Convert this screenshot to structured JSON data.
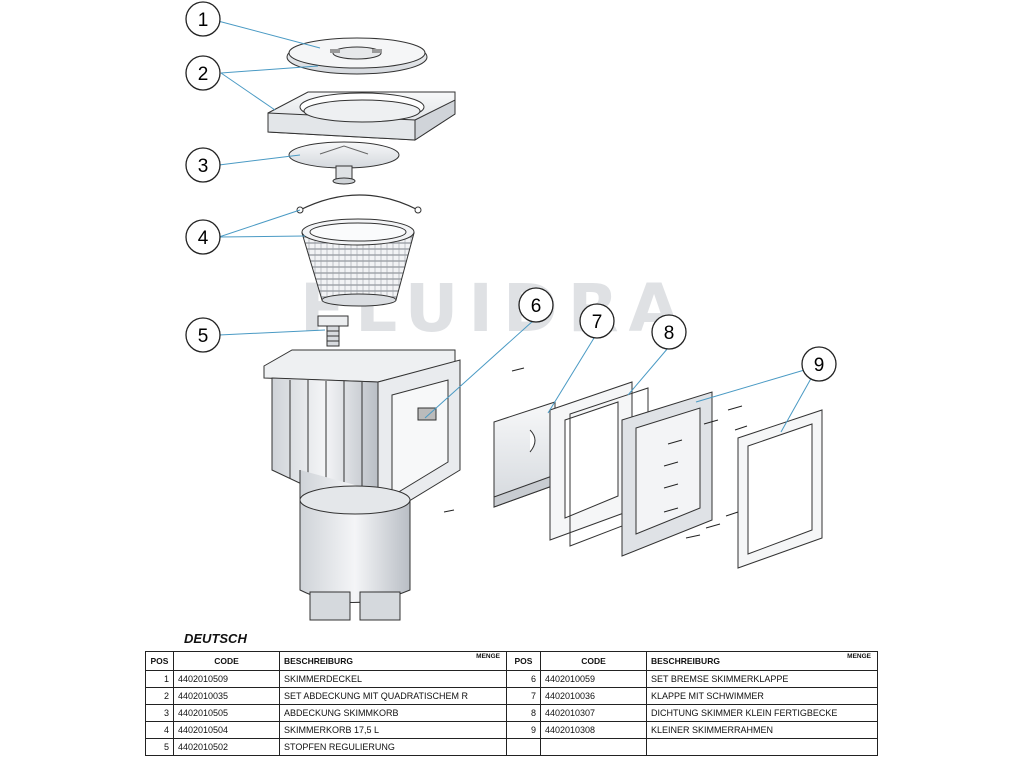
{
  "diagram": {
    "brand_watermark": "FLUIDRA",
    "callouts": [
      "1",
      "2",
      "3",
      "4",
      "5",
      "6",
      "7",
      "8",
      "9"
    ]
  },
  "table": {
    "language_label": "DEUTSCH",
    "headers": {
      "pos": "POS",
      "code": "CODE",
      "desc": "BESCHREIBURG",
      "qty": "MENGE"
    },
    "left_rows": [
      {
        "pos": "1",
        "code": "4402010509",
        "desc": "SKIMMERDECKEL"
      },
      {
        "pos": "2",
        "code": "4402010035",
        "desc": "SET ABDECKUNG MIT QUADRATISCHEM R"
      },
      {
        "pos": "3",
        "code": "4402010505",
        "desc": "ABDECKUNG SKIMMKORB"
      },
      {
        "pos": "4",
        "code": "4402010504",
        "desc": "SKIMMERKORB 17,5 L"
      },
      {
        "pos": "5",
        "code": "4402010502",
        "desc": "STOPFEN REGULIERUNG"
      }
    ],
    "right_rows": [
      {
        "pos": "6",
        "code": "4402010059",
        "desc": "SET BREMSE SKIMMERKLAPPE"
      },
      {
        "pos": "7",
        "code": "4402010036",
        "desc": "KLAPPE MIT SCHWIMMER"
      },
      {
        "pos": "8",
        "code": "4402010307",
        "desc": "DICHTUNG SKIMMER KLEIN FERTIGBECKE"
      },
      {
        "pos": "9",
        "code": "4402010308",
        "desc": "KLEINER SKIMMERRAHMEN"
      },
      {
        "pos": "",
        "code": "",
        "desc": ""
      }
    ]
  }
}
